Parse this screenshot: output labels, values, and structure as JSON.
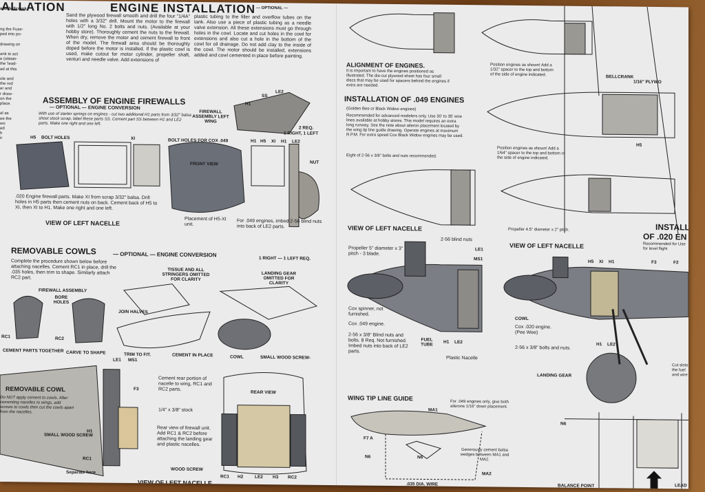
{
  "left_edge": {
    "title_fragment": "ALLATION",
    "bellcrank_fragment": "and bellcrank",
    "lines": [
      "ng the Fuse-",
      "ped into po-",
      "",
      "drawing on",
      "",
      "ank to act",
      "e (obtain-",
      "the 'lead-",
      "ad at this",
      "",
      "ole and",
      "the rod",
      "er and",
      "r draw-",
      "on the",
      "place.",
      "",
      "al as",
      "ee the",
      "wo",
      "ed",
      "h",
      "ir"
    ]
  },
  "engine_install": {
    "title": "ENGINE INSTALLATION",
    "optional": "— OPTIONAL —",
    "col1": "Sand the plywood firewall smooth and drill the four \"1/4A\" holes with a 3/32\" drill. Mount the motor to the firewall with 1/2\" long No. 2 bolts and nuts. (Available at your hobby store). Thoroughly cement the nuts to the firewall. When dry, remove the motor and cement firewall to front of the model. The firewall area should be thoroughly doped before the motor is installed. If the plastic cowl is used, make cutout for motor cylinder, propeller shaft, venturi and needle valve. Add extensions of",
    "col2": "plastic tubing to the filler and overflow tubes on the tank. Also use a piece of plastic tubing as a needle valve extension. All these extensions must go through holes in the cowl. Locate and cut holes in the cowl for extensions and also cut a hole in the bottom of the cowl for oil drainage. Do not add clay to the inside of the cowl. The motor should be installed, extensions added and cowl cemented in place before painting."
  },
  "firewalls": {
    "title": "ASSEMBLY OF ENGINE FIREWALLS",
    "subtitle": "— OPTIONAL — ENGINE CONVERSION",
    "note": "With use of starter springs on engines - cut two additional H1 parts from 3/32\" balsa sheet stock scrap, label these parts SS. Cement part SS between H1 and LE2 parts. Make one right and one left.",
    "assembly_label": "FIREWALL ASSEMBLY LEFT WING",
    "right_left": "1 RIGHT, 1 LEFT",
    "two_req": "2 REQ.",
    "bolt_holes": "BOLT HOLES",
    "bolt_holes_cox": "BOLT HOLES FOR COX .049",
    "front_view": "FRONT VIEW",
    "nut": "NUT",
    "desc": ".020 Engine firewall parts. Make XI from scrap 3/32\" balsa. Drill holes in H5 parts then cement nuts on back. Cement back of H5 to XI, then XI to H1. Make one right and one left.",
    "placement": "Placement of H5-XI unit.",
    "for049": "For .049 engines, imbed 2-56 blind nuts into back of LE2 parts.",
    "view": "VIEW OF LEFT NACELLE",
    "labels": [
      "H5",
      "XI",
      "H1",
      "SS",
      "LE2",
      "H1",
      "H5",
      "XI",
      "H1",
      "LE2"
    ]
  },
  "cowls": {
    "title": "REMOVABLE COWLS",
    "subtitle": "— OPTIONAL — ENGINE CONVERSION",
    "req": "1 RIGHT — 1 LEFT REQ.",
    "desc": "Complete the procedure shown below before attaching nacelles. Cement RC1 in place, drill the .035 holes, then trim to shape. Similarly attach RC2 part.",
    "firewall_assembly": "FIREWALL ASSEMBLY",
    "bore_holes": "BORE HOLES",
    "tissue": "TISSUE AND ALL STRINGERS OMITTED FOR CLARITY",
    "landing": "LANDING GEAR OMITTED FOR CLARITY",
    "join": "JOIN HALVES",
    "steps": [
      "CEMENT PARTS TOGETHER",
      "CARVE TO SHAPE",
      "TRIM TO FIT.",
      "CEMENT IN PLACE",
      "COWL",
      "SMALL WOOD SCREW-"
    ],
    "rc_labels": [
      "RC1",
      "RC2"
    ]
  },
  "bottom_left": {
    "title": "REMOVABLE COWL",
    "desc": "Do NOT apply cement to cowls. After cementing nacelles to wings, add screws to cowls then cut the cowls apart from the nacelles.",
    "small_wood_screw": "SMALL WOOD SCREW",
    "rc1": "RC1",
    "separate": "Separate here",
    "h1": "H1",
    "cement_rear": "Cement rear portion of nacelle to wing, RC1 and RC2 parts.",
    "stock": "1/4\" x 3/8\" stock",
    "rear_view_firewall": "Rear view of firewall unit. Add RC1 & RC2 before attaching the landing gear and plastic nacelles.",
    "wood_screw": "WOOD SCREW",
    "rear_view": "REAR VIEW",
    "bottom_labels": [
      "RC1",
      "H2",
      "LE2",
      "H3",
      "RC2"
    ],
    "f3": "F3",
    "le1": "LE1",
    "ms1": "MS1",
    "view": "VIEW OF LEFT NACELLE"
  },
  "alignment": {
    "title": "ALIGNMENT OF ENGINES.",
    "desc": "It is important to have the engines positioned as illustrated. The die-cut plywood sheet has four small discs that may be used for spacers behind the engines if extra are needed.",
    "position1": "Position engines as shown! Add a 1/32\" spacer to the top and bottom of the side of engine indicated.",
    "bellcrank": "BELLCRANK",
    "plywood": "1/16\" PLYWO",
    "h5": "H5"
  },
  "install049": {
    "title": "INSTALLATION OF .049 ENGINES",
    "sub": "(Golden Bee or Black Widow engines)",
    "desc": "Recommended for advanced modelers only. Use 30' to 35' wire lines available at hobby stores. This model requires an extra long runway. See the note about aileron placement located by the wing tip line guide drawing. Operate engines at maximum R.P.M. For extra speed Cox Black Widow engines may be used.",
    "bolts": "Eight of 2-56 x 3/8\" bolts and nuts recommended.",
    "position2": "Position engines as shown! Add a 1/64\" spacer to the top and bottom of the side of engine indicated.",
    "prop45": "Propeller 4.5\" diameter x 2\" pitch.",
    "view": "VIEW OF LEFT NACELLE",
    "blind": "2-56 blind nuts",
    "prop5": "Propeller 5\" diameter x 3\" pitch - 3 blade.",
    "spinner": "Cox spinner, not furnished.",
    "engine": "Cox .049 engine.",
    "bolts2": "2-56 x 3/8\" Blind nuts and bolts. 8 Req. Not furnished. Imbed nuts into back of LE2 parts.",
    "fuel": "FUEL TUBE",
    "plastic": "Plastic Nacelle",
    "labels": [
      "LE1",
      "MS1",
      "H1",
      "LE2"
    ]
  },
  "install020": {
    "title": "INSTALLA",
    "title2": "OF .020 EN",
    "rec": "Recommended for Use for level flight",
    "view": "VIEW OF LEFT NACELLE",
    "cowl": "COWL",
    "engine": "Cox .020 engine. (Pee Wee)",
    "bolts": "2-56 x 3/8\" bolts and nuts.",
    "gear": "LANDING GEAR",
    "cut": "Cut slots the fuel and wire",
    "labels": [
      "H5",
      "XI",
      "H1",
      "F3",
      "F2",
      "H1",
      "LE2"
    ]
  },
  "wingtip": {
    "title": "WING TIP LINE GUIDE",
    "for049": "For .049 engines only, give both ailerons 1/16\" down placement.",
    "wedges": "Generously cement balsa wedges between MA1 and MA2.",
    "wire": ".035 DIA. WIRE",
    "labels": [
      "MA1",
      "F7 A",
      "N6",
      "N6",
      "MA2"
    ],
    "balance": "BALANCE POINT",
    "lead": "LEAD",
    "n6": "N6"
  }
}
